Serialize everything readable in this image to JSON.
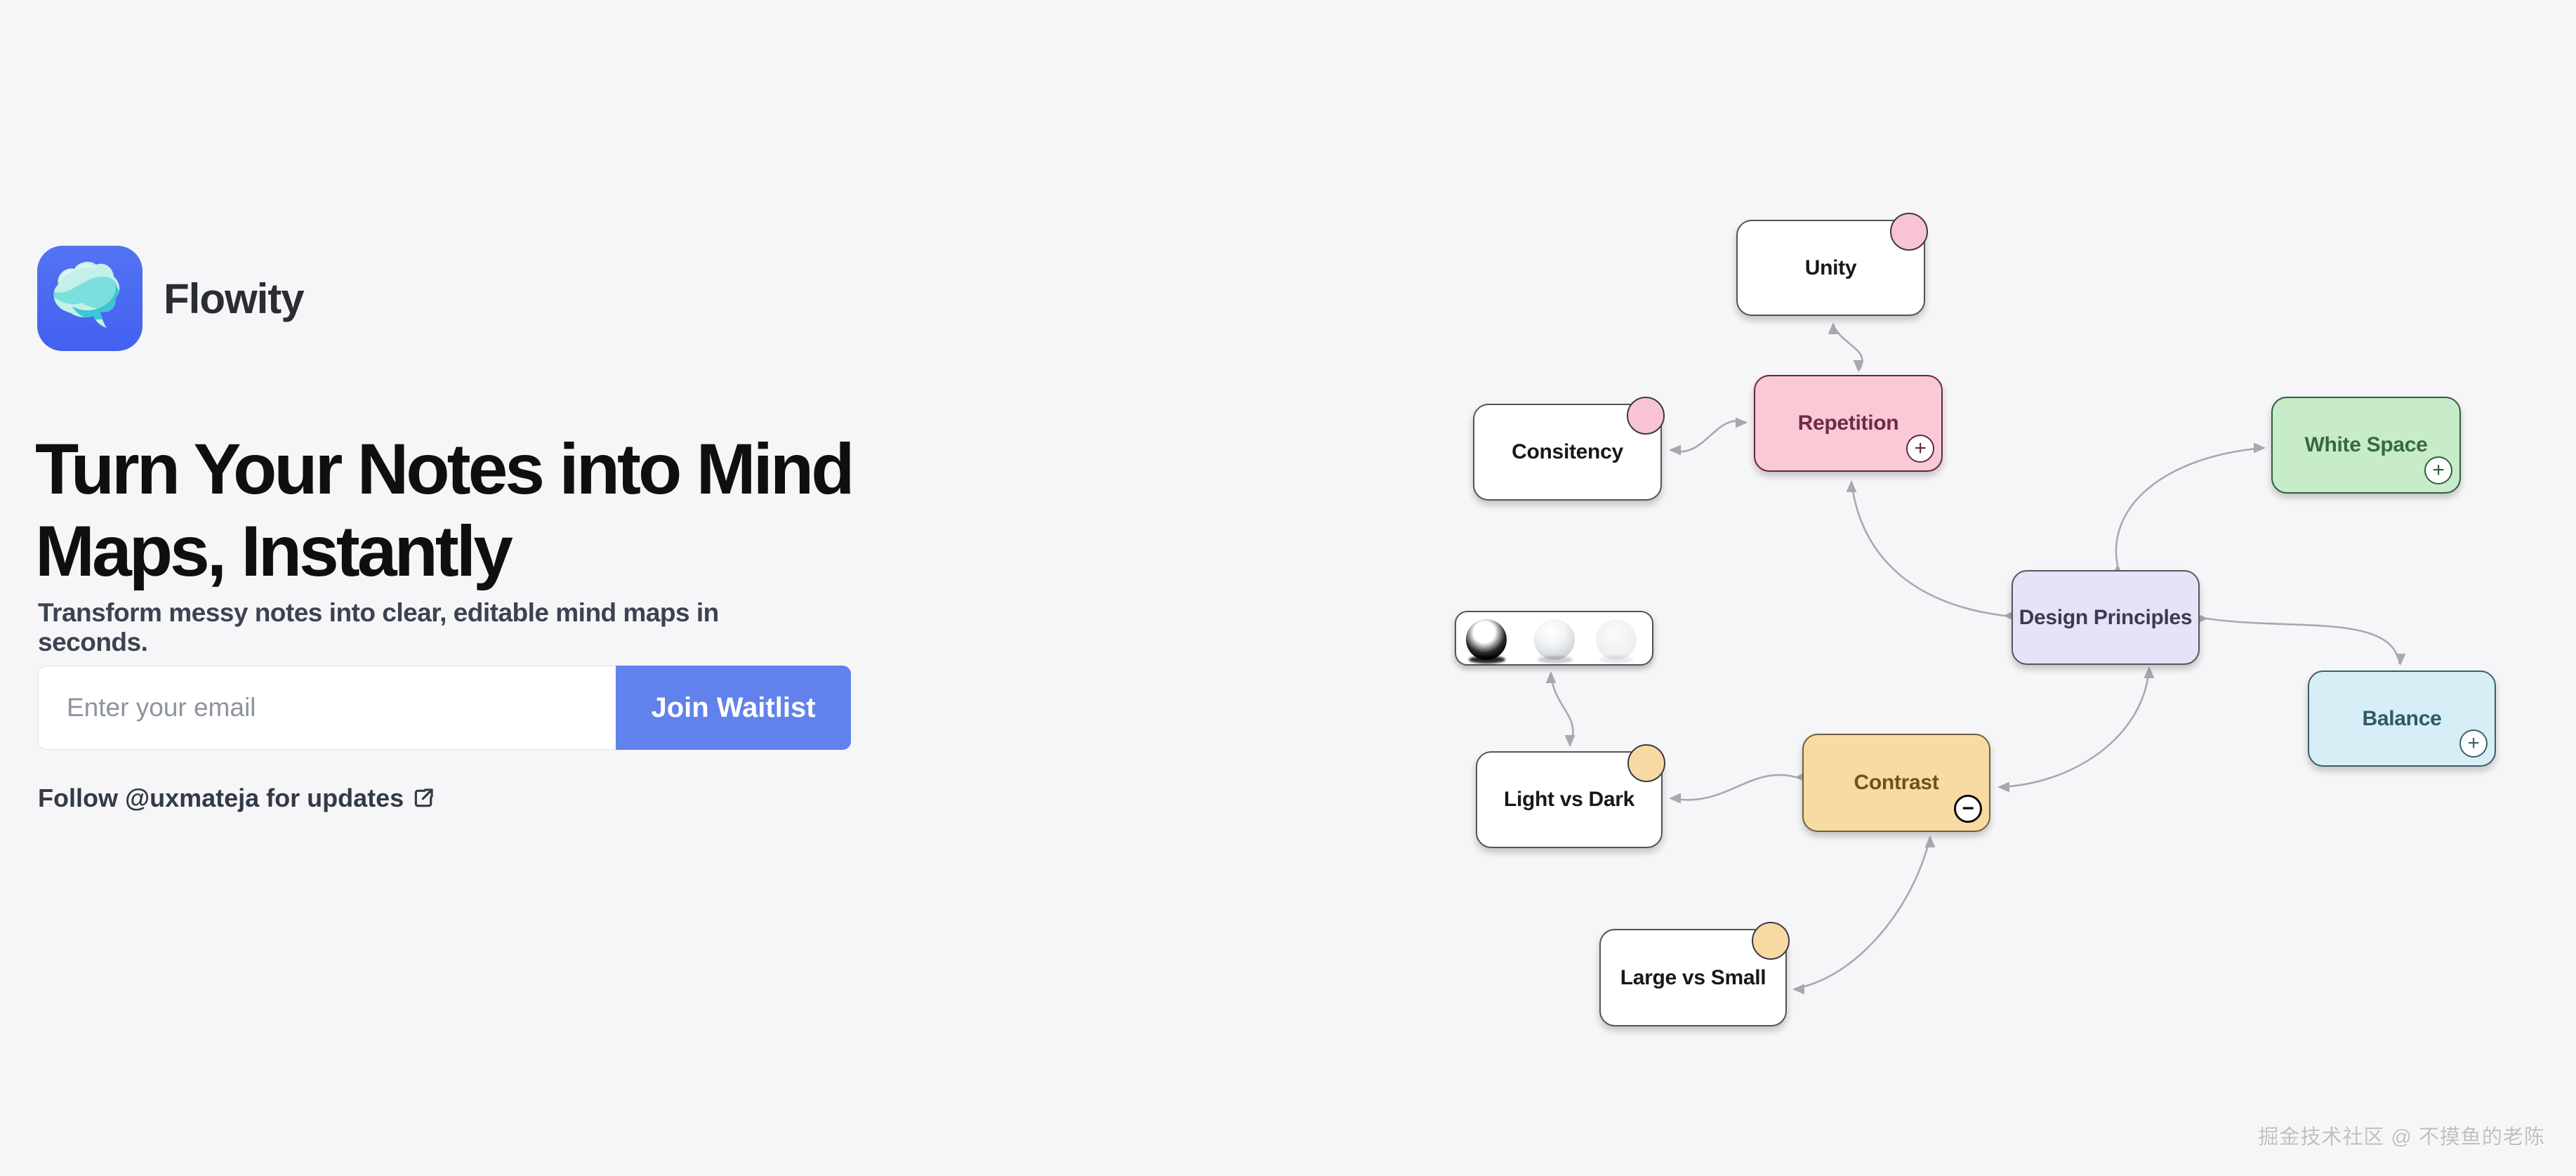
{
  "page": {
    "background_color": "#f6f6f8",
    "watermark": "掘金技术社区 @ 不摸鱼的老陈"
  },
  "brand": {
    "name": "Flowity",
    "logo_icon": "brain-icon",
    "logo_bg_color": "#4a66f0"
  },
  "hero": {
    "heading_lines": [
      "Turn Your Notes into Mind",
      "Maps, Instantly"
    ],
    "subheading": "Transform messy notes into clear, editable mind maps in seconds.",
    "email_placeholder": "Enter your email",
    "email_value": "",
    "cta_label": "Join Waitlist",
    "cta_color": "#6181ec",
    "follow_label": "Follow @uxmateja for updates",
    "follow_icon": "external-link-icon"
  },
  "mindmap": {
    "edge_color": "#a6a9b0",
    "badge_glyphs": {
      "plus": "+",
      "minus": "−"
    },
    "nodes": [
      {
        "id": "unity",
        "label": "Unity",
        "fill": "#ffffff",
        "badge": "pink-dot"
      },
      {
        "id": "repetition",
        "label": "Repetition",
        "fill": "#f9c9d6",
        "badge": "plus"
      },
      {
        "id": "consitency",
        "label": "Consitency",
        "fill": "#ffffff",
        "badge": "pink-dot"
      },
      {
        "id": "white-space",
        "label": "White Space",
        "fill": "#c8ecca",
        "badge": "plus"
      },
      {
        "id": "design-principles",
        "label": "Design Principles",
        "fill": "#e5e3f7",
        "badge": null
      },
      {
        "id": "balance",
        "label": "Balance",
        "fill": "#d7eef6",
        "badge": "plus"
      },
      {
        "id": "contrast",
        "label": "Contrast",
        "fill": "#f8dba3",
        "badge": "minus"
      },
      {
        "id": "light-vs-dark",
        "label": "Light vs Dark",
        "fill": "#ffffff",
        "badge": "orange-dot"
      },
      {
        "id": "large-vs-small",
        "label": "Large vs Small",
        "fill": "#ffffff",
        "badge": "orange-dot"
      },
      {
        "id": "spheres-image",
        "label": "",
        "fill": "#ffffff",
        "badge": null,
        "content": "three-spheres-image"
      }
    ],
    "edges": [
      [
        "repetition",
        "unity"
      ],
      [
        "repetition",
        "consitency"
      ],
      [
        "design-principles",
        "repetition"
      ],
      [
        "design-principles",
        "white-space"
      ],
      [
        "design-principles",
        "balance"
      ],
      [
        "design-principles",
        "contrast"
      ],
      [
        "contrast",
        "light-vs-dark"
      ],
      [
        "contrast",
        "large-vs-small"
      ],
      [
        "light-vs-dark",
        "spheres-image"
      ]
    ]
  }
}
